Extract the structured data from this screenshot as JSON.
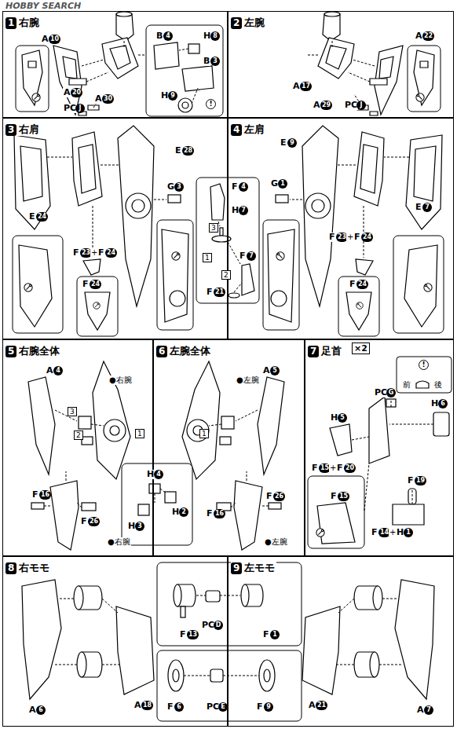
{
  "diagram": {
    "nodes": [
      {
        "text": [
          "1",
          "右腕"
        ]
      },
      {
        "text": [
          "2",
          "左腕"
        ]
      },
      {
        "text": [
          "3",
          "右肩"
        ]
      },
      {
        "text": [
          "4",
          "左肩"
        ]
      },
      {
        "text": [
          "5",
          "右腕全体"
        ]
      },
      {
        "text": [
          "6",
          "左腕全体"
        ]
      },
      {
        "text": [
          "7",
          "足首"
        ]
      },
      {
        "text": [
          "8",
          "右モモ"
        ]
      },
      {
        "text": [
          "9",
          "左モモ"
        ]
      }
    ],
    "labels": [
      "HOBBY SEARCH",
      "A",
      "10",
      "A",
      "20",
      "PC",
      "J",
      "A",
      "30",
      "B",
      "4",
      "H",
      "8",
      "B",
      "3",
      "H",
      "9",
      "!",
      "A",
      "22",
      "A",
      "17",
      "A",
      "29",
      "PC",
      "J",
      "E",
      "28",
      "G",
      "3",
      "E",
      "24",
      "F",
      "23",
      "+",
      "F",
      "24",
      "F",
      "24",
      "F",
      "4",
      "H",
      "7",
      "3",
      "1",
      "2",
      "F",
      "7",
      "F",
      "21",
      "E",
      "9",
      "G",
      "1",
      "E",
      "7",
      "F",
      "23",
      "+",
      "F",
      "24",
      "F",
      "24",
      "●右腕",
      "A",
      "4",
      "3",
      "2",
      "1",
      "F",
      "16",
      "F",
      "26",
      "●右腕",
      "H",
      "4",
      "H",
      "3",
      "H",
      "2",
      "●左腕",
      "A",
      "5",
      "1",
      "F",
      "26",
      "F",
      "16",
      "●左腕",
      "×2",
      "!",
      "前",
      "後",
      "PC",
      "G",
      "H",
      "6",
      "H",
      "5",
      "F",
      "15",
      "+",
      "F",
      "20",
      "F",
      "19",
      "F",
      "15",
      "F",
      "14",
      "+",
      "H",
      "1",
      "A",
      "6",
      "A",
      "18",
      "F",
      "13",
      "PC",
      "D",
      "F",
      "1",
      "F",
      "6",
      "PC",
      "E",
      "F",
      "9",
      "A",
      "21",
      "A",
      "7"
    ]
  }
}
